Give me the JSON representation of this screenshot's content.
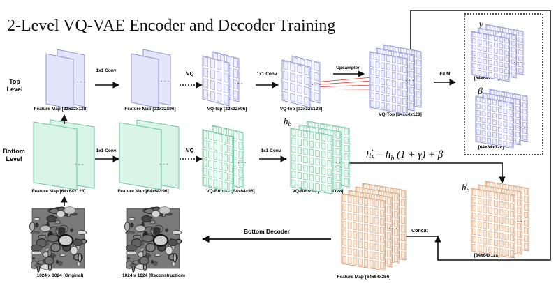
{
  "title": "2-Level VQ-VAE Encoder and Decoder Training",
  "rows": {
    "top": "Top\nLevel",
    "bottom": "Bottom\nLevel"
  },
  "ops": {
    "conv1": "1x1 Conv",
    "vq1": "VQ",
    "conv2": "1x1 Conv",
    "upsampler": "Upsampler",
    "film": "FiLM",
    "bconv1": "1x1 Conv",
    "bvq": "VQ",
    "bconv2": "1x1 Conv",
    "concat": "Concat",
    "decoder": "Bottom Decoder"
  },
  "captions": {
    "t1": "Feature Map [32x32x128]",
    "t2": "Feature Map [32x32x96]",
    "t3": "VQ-top [32x32x96]",
    "t4": "VQ-top [32x32x128]",
    "t5": "VQ-Top  [64x64x128]",
    "gamma_dim": "[64x64x128]",
    "beta_dim": "[64x64x128]",
    "b1": "Feature Map [64x64x128]",
    "b2": "Feature Map [64x64x96]",
    "b3": "VQ-Bottom [64x64x96]",
    "b4": "VQ-Bottom [64x64x128]",
    "mod_dim": "[64x64x128]",
    "concat_map": "Feature Map [64x64x256]",
    "orig": "1024 x 1024 (Original)",
    "recon": "1024 x 1024 (Reconstruction)"
  },
  "symbols": {
    "gamma": "γ",
    "beta": "β",
    "hb": "h",
    "hb_sub": "b",
    "hbt_sub": "b",
    "hbt_sup": "t",
    "dots": "· · ·"
  },
  "equation": {
    "lhs": "h",
    "lhs_sub": "b",
    "lhs_sup": "t",
    "eq": " = h",
    "eq_sub": "b",
    "rhs": " (1 + γ) + β"
  },
  "colors": {
    "blue_fill": "#e3e6fb",
    "blue_stroke": "#8d93d6",
    "green_fill": "#d9f5e8",
    "green_stroke": "#6cc49f",
    "orange_fill": "#f7ddc4",
    "orange_stroke": "#d8a27a",
    "red": "#d9302a",
    "ink": "#111111"
  }
}
